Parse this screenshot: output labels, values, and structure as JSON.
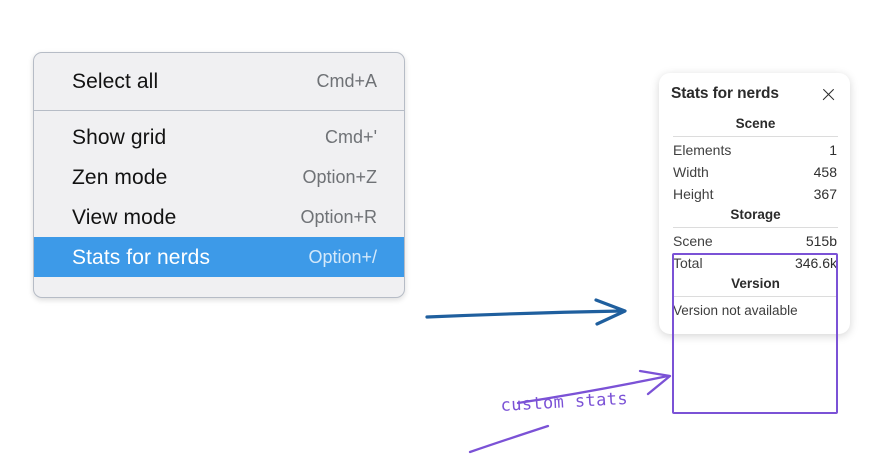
{
  "colors": {
    "menu_bg": "#f0f0f2",
    "menu_border": "#b6bcc6",
    "menu_highlight": "#3d9ae8",
    "panel_bg": "#ffffff",
    "annotation_purple": "#7b52d6",
    "annotation_blue": "#1f5f9e"
  },
  "context_menu": {
    "sections": [
      {
        "items": [
          {
            "label": "Select all",
            "shortcut": "Cmd+A",
            "selected": false
          }
        ]
      },
      {
        "items": [
          {
            "label": "Show grid",
            "shortcut": "Cmd+'",
            "selected": false
          },
          {
            "label": "Zen mode",
            "shortcut": "Option+Z",
            "selected": false
          },
          {
            "label": "View mode",
            "shortcut": "Option+R",
            "selected": false
          },
          {
            "label": "Stats for nerds",
            "shortcut": "Option+/",
            "selected": true
          }
        ]
      }
    ]
  },
  "stats_panel": {
    "title": "Stats for nerds",
    "close_icon": "close-icon",
    "groups": [
      {
        "title": "Scene",
        "rows": [
          {
            "key": "Elements",
            "value": "1"
          },
          {
            "key": "Width",
            "value": "458"
          },
          {
            "key": "Height",
            "value": "367"
          }
        ]
      },
      {
        "title": "Storage",
        "rows": [
          {
            "key": "Scene",
            "value": "515b"
          },
          {
            "key": "Total",
            "value": "346.6k"
          }
        ]
      },
      {
        "title": "Version",
        "note": "Version not available",
        "rows": []
      }
    ]
  },
  "annotations": {
    "handwritten_label": "custom stats",
    "blue_arrow_name": "flow-arrow",
    "purple_arrow_name": "callout-arrow"
  }
}
